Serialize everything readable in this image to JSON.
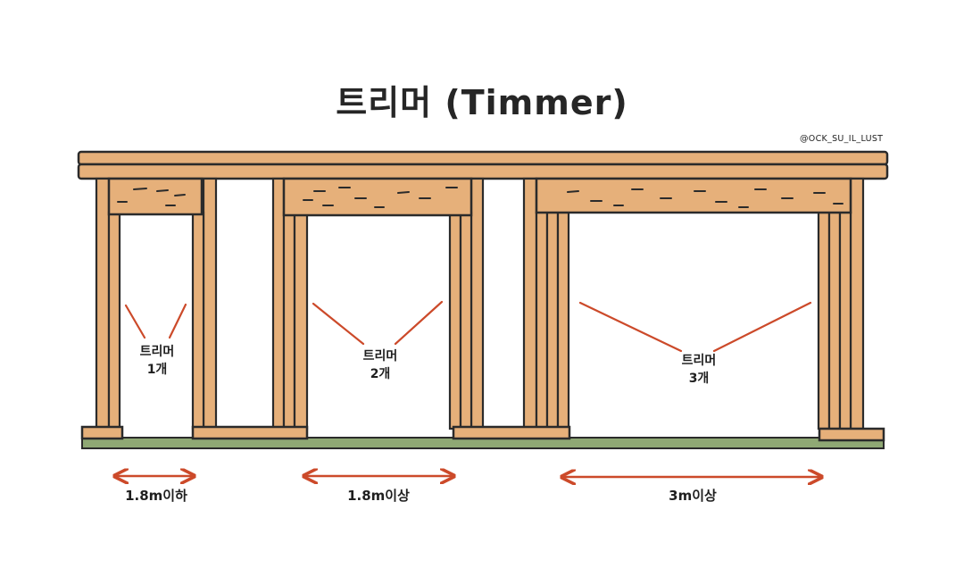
{
  "title": "트리머 (Timmer)",
  "credit": "@OCK_SU_IL_LUST",
  "colors": {
    "wood": "#e6b07a",
    "outline": "#2b2b2b",
    "ground": "#8fa874",
    "arrow": "#cc4a2a",
    "pointer": "#cc4a2a"
  },
  "openings": [
    {
      "trimmer_line1": "트리머",
      "trimmer_line2": "1개",
      "span_label": "1.8m이하"
    },
    {
      "trimmer_line1": "트리머",
      "trimmer_line2": "2개",
      "span_label": "1.8m이상"
    },
    {
      "trimmer_line1": "트리머",
      "trimmer_line2": "3개",
      "span_label": "3m이상"
    }
  ]
}
